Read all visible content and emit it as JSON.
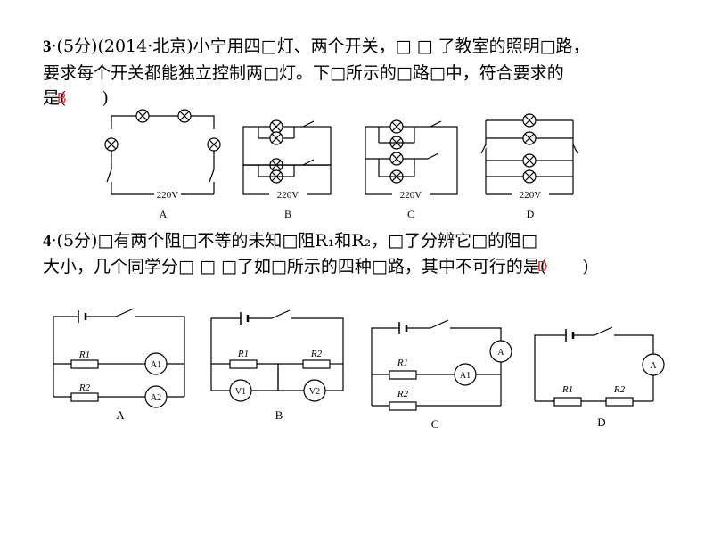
{
  "q3": {
    "line1_num": "3",
    "line1_text": "·(5分)(2014·北京)小宁用四□灯、两个开关，□ □ 了教室的照明□路，",
    "line2": "要求每个开关都能独立控制两□灯。下□所示的□路□中，符合要求的",
    "line3_prefix": "是",
    "answer": "B",
    "paren_open": "(",
    "paren_close": ")",
    "labels": [
      "A",
      "B",
      "C",
      "D"
    ],
    "voltage": "220V"
  },
  "q4": {
    "line1_num": "4",
    "line1_text": "·(5分)□有两个阻□不等的未知□阻R₁和R₂，□了分辨它□的阻□",
    "line2_prefix": "大小，几个同学分□ □ □了如□所示的四种□路，其中不可行的是",
    "answer": "D",
    "paren_open": "(",
    "paren_close": ")",
    "labels": [
      "A",
      "B",
      "C",
      "D"
    ],
    "r1": "R1",
    "r2": "R2",
    "meter_a": "A",
    "meter_a1": "A1",
    "meter_a2": "A2",
    "meter_v1": "V1",
    "meter_v2": "V2"
  }
}
